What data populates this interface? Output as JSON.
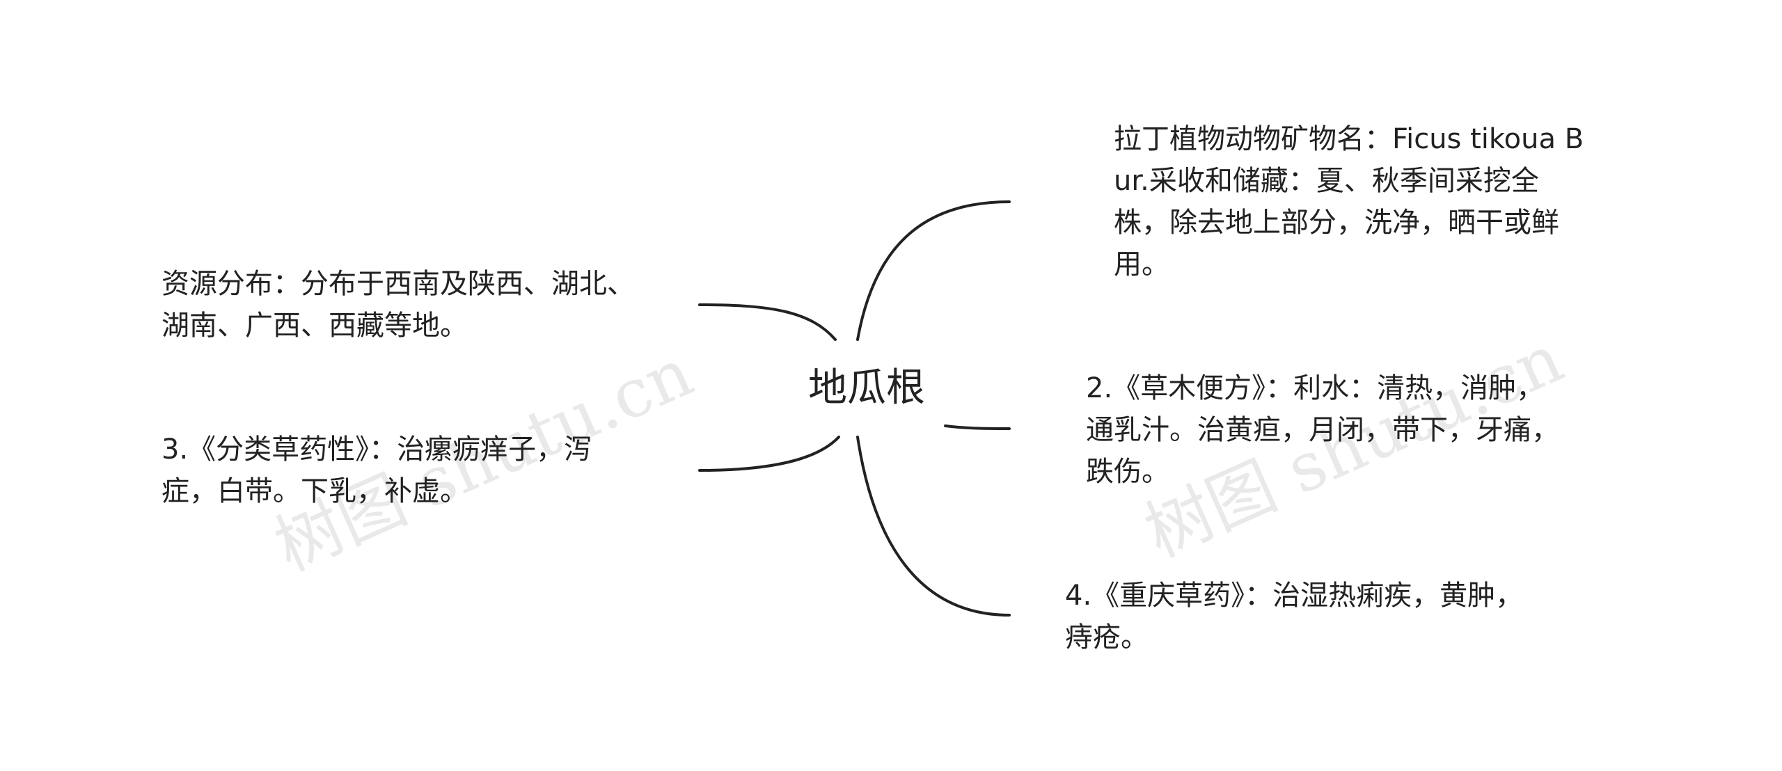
{
  "center": {
    "title": "地瓜根"
  },
  "branches": {
    "distribution": "资源分布：分布于西南及陕西、湖北、湖南、广西、西藏等地。",
    "classification": "3.《分类草药性》：治瘰疬痒子，泻症，白带。下乳，补虚。",
    "latin": "拉丁植物动物矿物名：Ficus tikoua Bur.采收和储藏：夏、秋季间采挖全株，除去地上部分，洗净，晒干或鲜用。",
    "caomu": "2.《草木便方》：利水：清热，消肿，通乳汁。治黄疸，月闭，带下，牙痛，跌伤。",
    "chongqing": "4.《重庆草药》：治湿热痢疾，黄肿，痔疮。"
  },
  "watermarks": {
    "left": "树图 shutu.cn",
    "right": "树图 shutu.cn"
  },
  "colors": {
    "line": "#222222",
    "text": "#222222",
    "background": "#ffffff"
  }
}
